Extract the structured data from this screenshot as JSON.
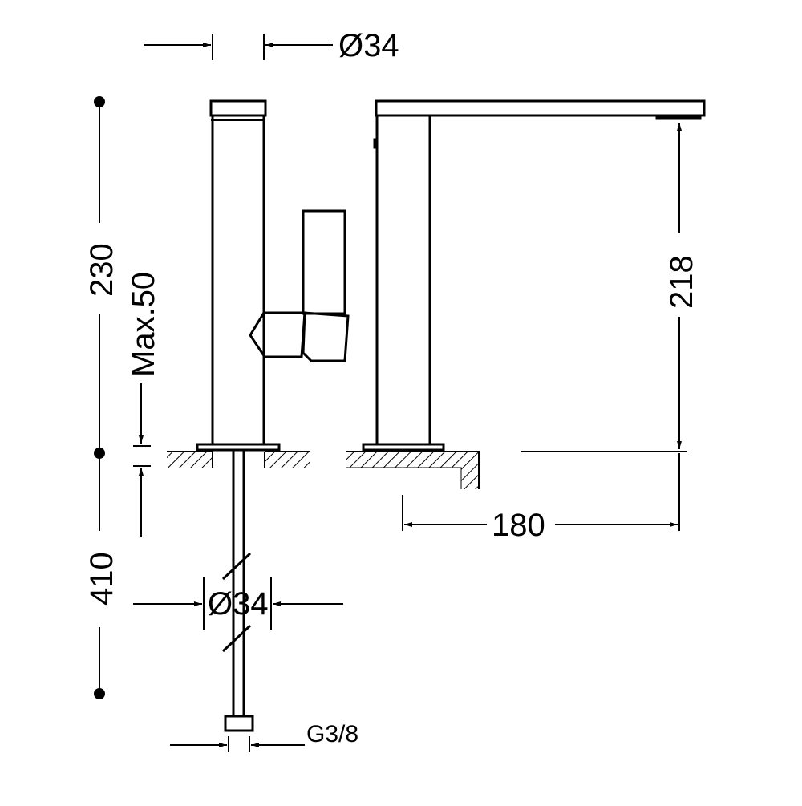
{
  "dimensions": {
    "top_diameter": "Ø34",
    "total_height": "230",
    "max_thickness": "Max.50",
    "spout_height": "218",
    "reach": "180",
    "hose_length": "410",
    "hose_diameter": "Ø34",
    "thread": "G3/8"
  },
  "colors": {
    "line": "#000000",
    "background": "#ffffff"
  }
}
